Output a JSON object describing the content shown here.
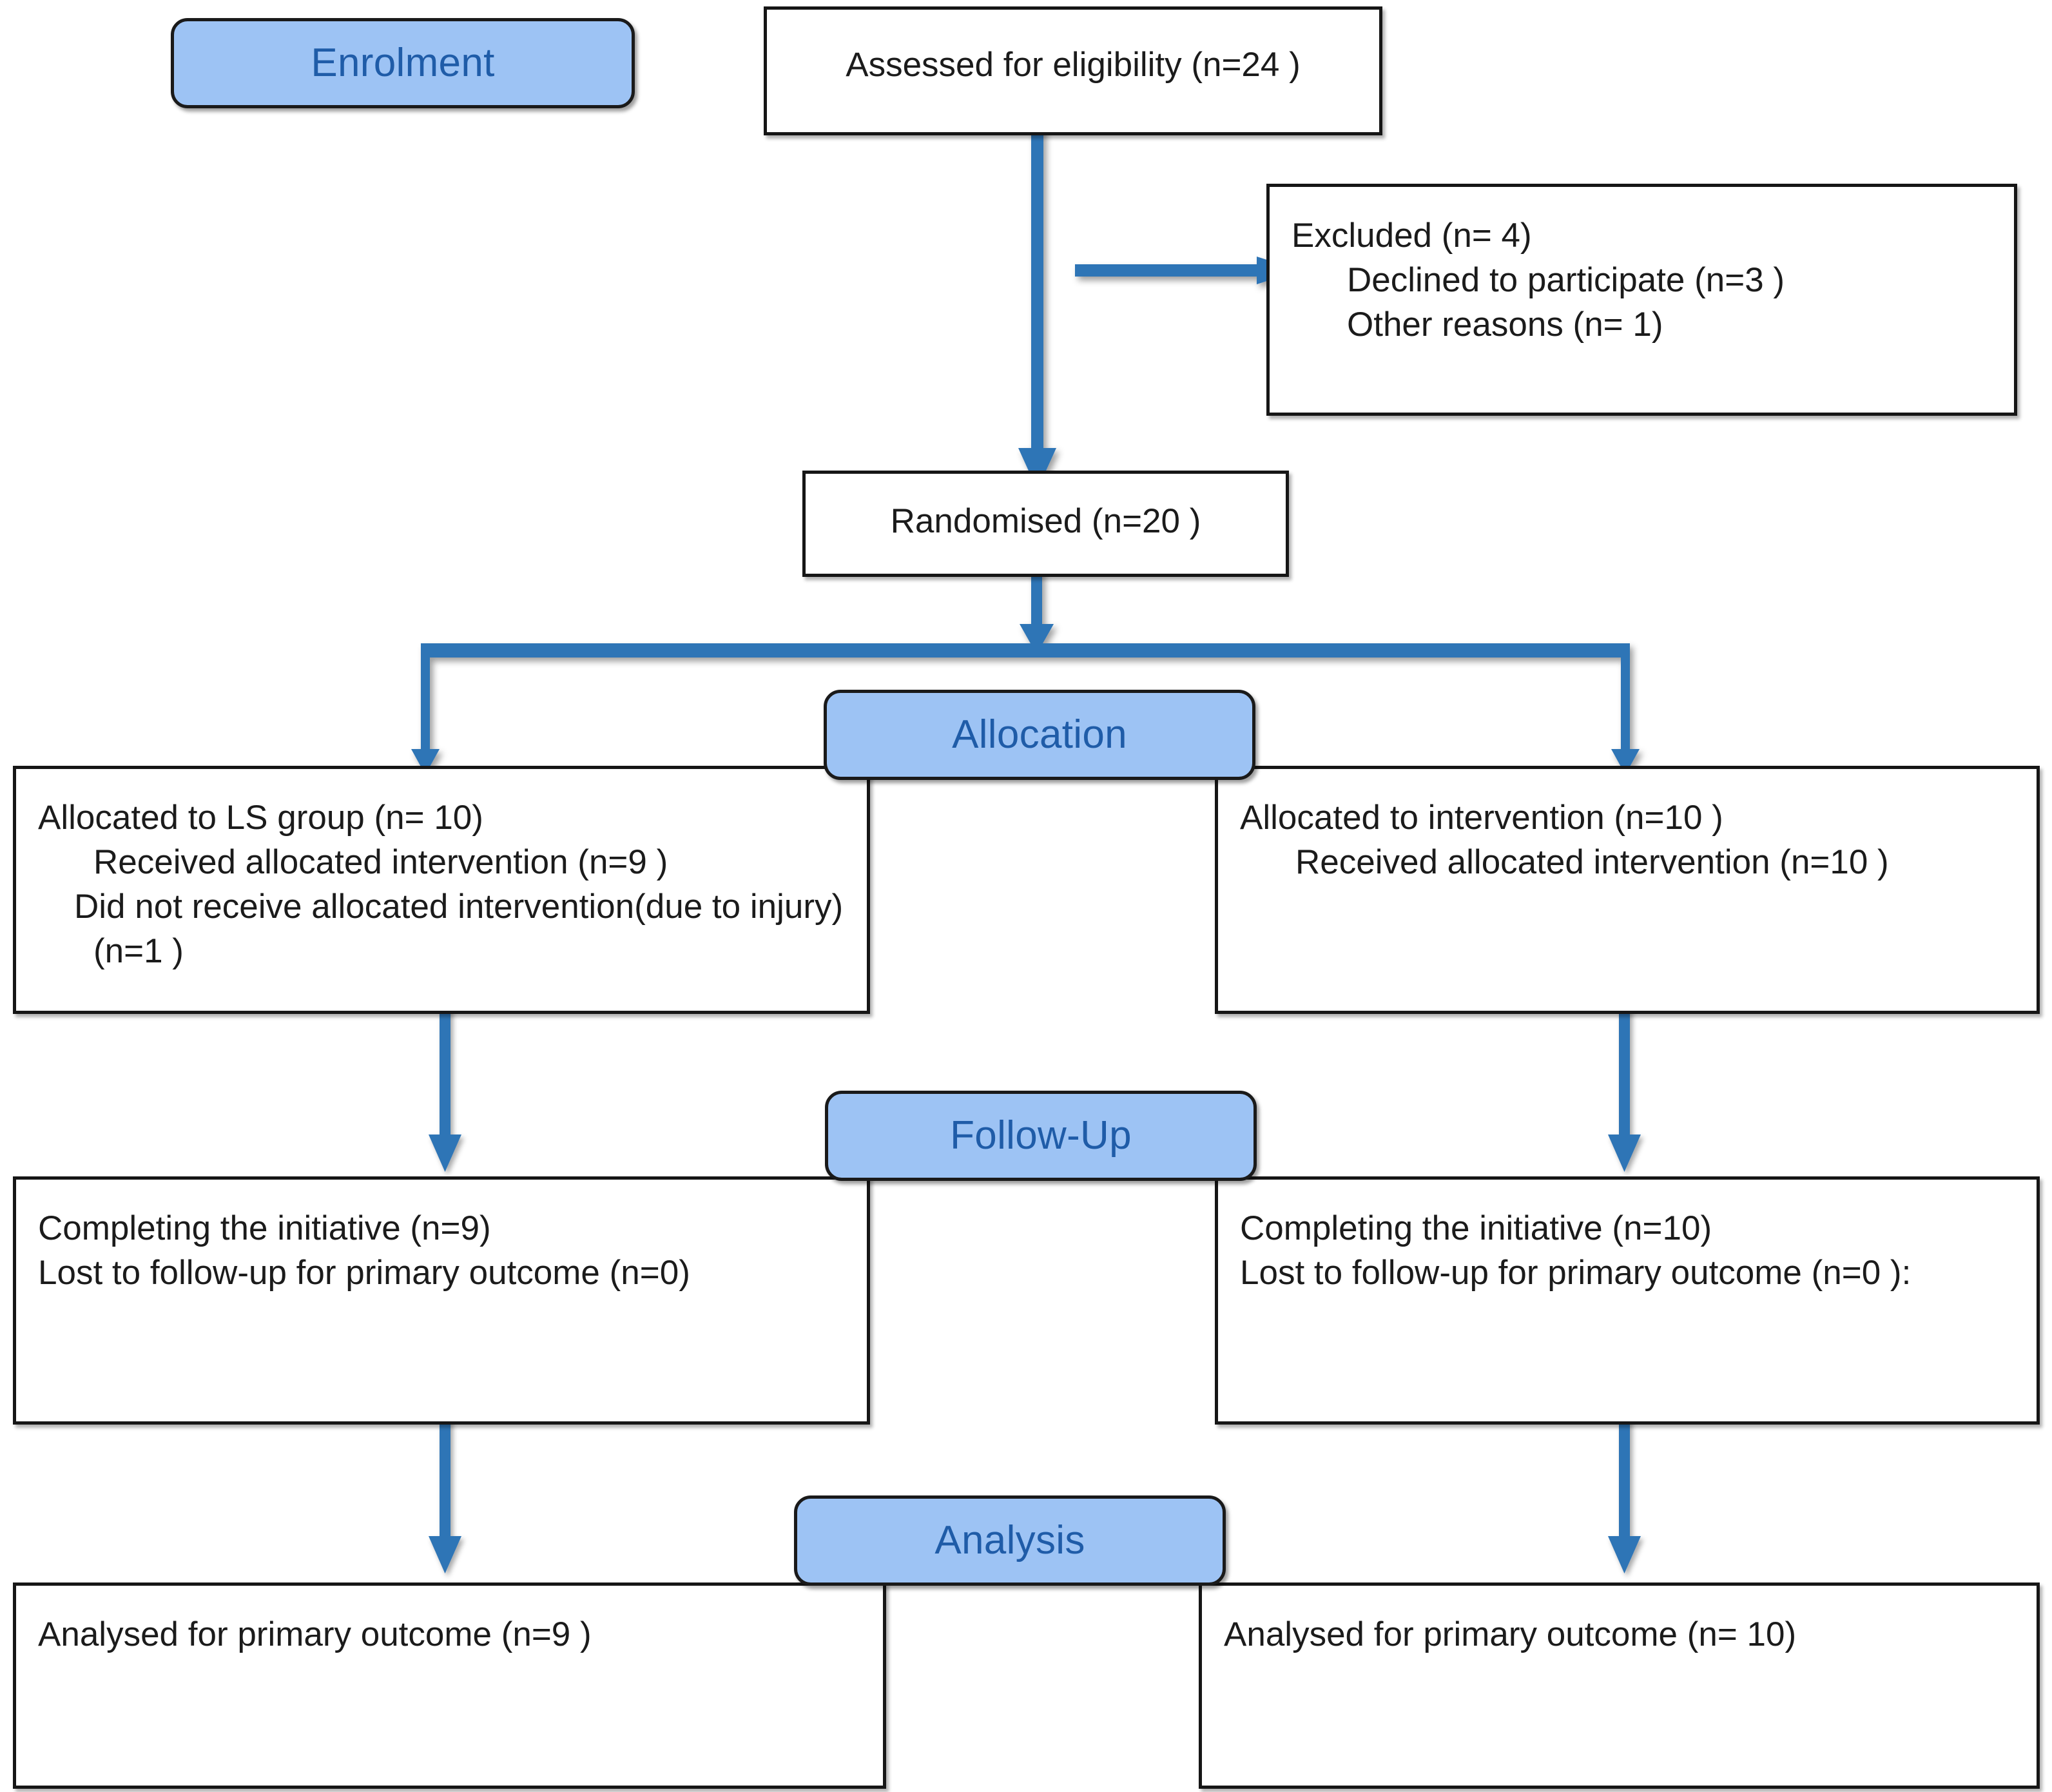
{
  "diagram": {
    "title": "CONSORT flow diagram",
    "accent_blue": "#2E75B6",
    "badge_fill": "#9DC3F4",
    "badge_text_color": "#1F5CA8",
    "box_border_color": "#161616",
    "text_color": "#1B1B1B"
  },
  "stages": {
    "enrolment": "Enrolment",
    "allocation": "Allocation",
    "followup": "Follow-Up",
    "analysis": "Analysis"
  },
  "boxes": {
    "eligibility": {
      "lines": [
        "Assessed for eligibility (n=24 )"
      ]
    },
    "excluded": {
      "lines": [
        "Excluded (n= 4)",
        "Declined to participate (n=3 )",
        "Other reasons (n= 1)"
      ]
    },
    "randomised": {
      "lines": [
        "Randomised (n=20 )"
      ]
    },
    "allocation_left": {
      "lines": [
        "Allocated to LS group (n= 10)",
        "Received allocated intervention (n=9 )",
        "Did not receive allocated intervention(due to injury) (n=1 )"
      ]
    },
    "allocation_right": {
      "lines": [
        "Allocated to intervention (n=10 )",
        "Received allocated intervention (n=10 )"
      ]
    },
    "followup_left": {
      "lines": [
        "Completing the initiative (n=9)",
        "Lost to follow-up for primary outcome (n=0)"
      ]
    },
    "followup_right": {
      "lines": [
        "Completing the initiative (n=10)",
        "Lost to follow-up for primary outcome (n=0 ):"
      ]
    },
    "analysis_left": {
      "lines": [
        "Analysed for primary outcome (n=9 )"
      ]
    },
    "analysis_right": {
      "lines": [
        "Analysed for primary outcome (n= 10)"
      ]
    }
  }
}
